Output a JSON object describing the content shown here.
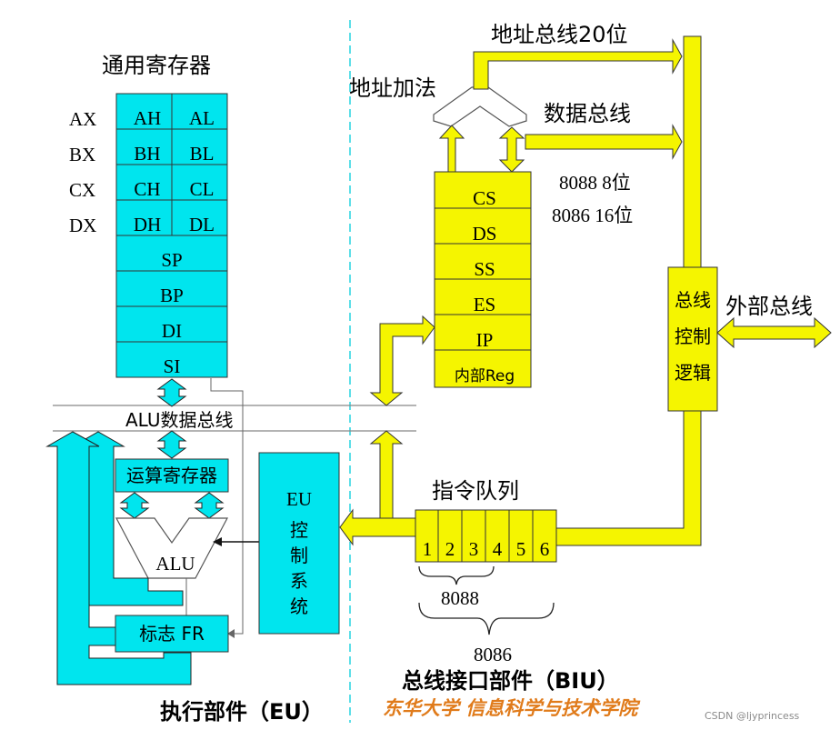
{
  "colors": {
    "cyan": "#00e5ee",
    "yellow": "#f5f500",
    "dashed_divider": "#27d3e0",
    "university": "#e07b1b"
  },
  "eu": {
    "general_registers_title": "通用寄存器",
    "row_labels": [
      "AX",
      "BX",
      "CX",
      "DX"
    ],
    "byte_registers": [
      [
        "AH",
        "AL"
      ],
      [
        "BH",
        "BL"
      ],
      [
        "CH",
        "CL"
      ],
      [
        "DH",
        "DL"
      ]
    ],
    "word_registers": [
      "SP",
      "BP",
      "DI",
      "SI"
    ],
    "alu_bus_label": "ALU数据总线",
    "operand_register": "运算寄存器",
    "alu": "ALU",
    "flags": "标志 FR",
    "control_title": "EU",
    "control_chars": [
      "控",
      "制",
      "系",
      "统"
    ],
    "section_title": "执行部件（EU）"
  },
  "biu": {
    "address_adder": "地址加法",
    "address_bus": "地址总线20位",
    "data_bus": "数据总线",
    "data_width_8088": "8088 8位",
    "data_width_8086": "8086 16位",
    "segment_registers": [
      "CS",
      "DS",
      "SS",
      "ES",
      "IP"
    ],
    "internal_reg": "内部Reg",
    "bus_control_chars": [
      "总线",
      "控制",
      "逻辑"
    ],
    "external_bus": "外部总线",
    "queue_title": "指令队列",
    "queue_slots": [
      "1",
      "2",
      "3",
      "4",
      "5",
      "6"
    ],
    "queue_8088": "8088",
    "queue_8086": "8086",
    "section_title": "总线接口部件（BIU）"
  },
  "footer": {
    "university": "东华大学  信息科学与技术学院",
    "watermark": "CSDN @ljyprincess"
  }
}
